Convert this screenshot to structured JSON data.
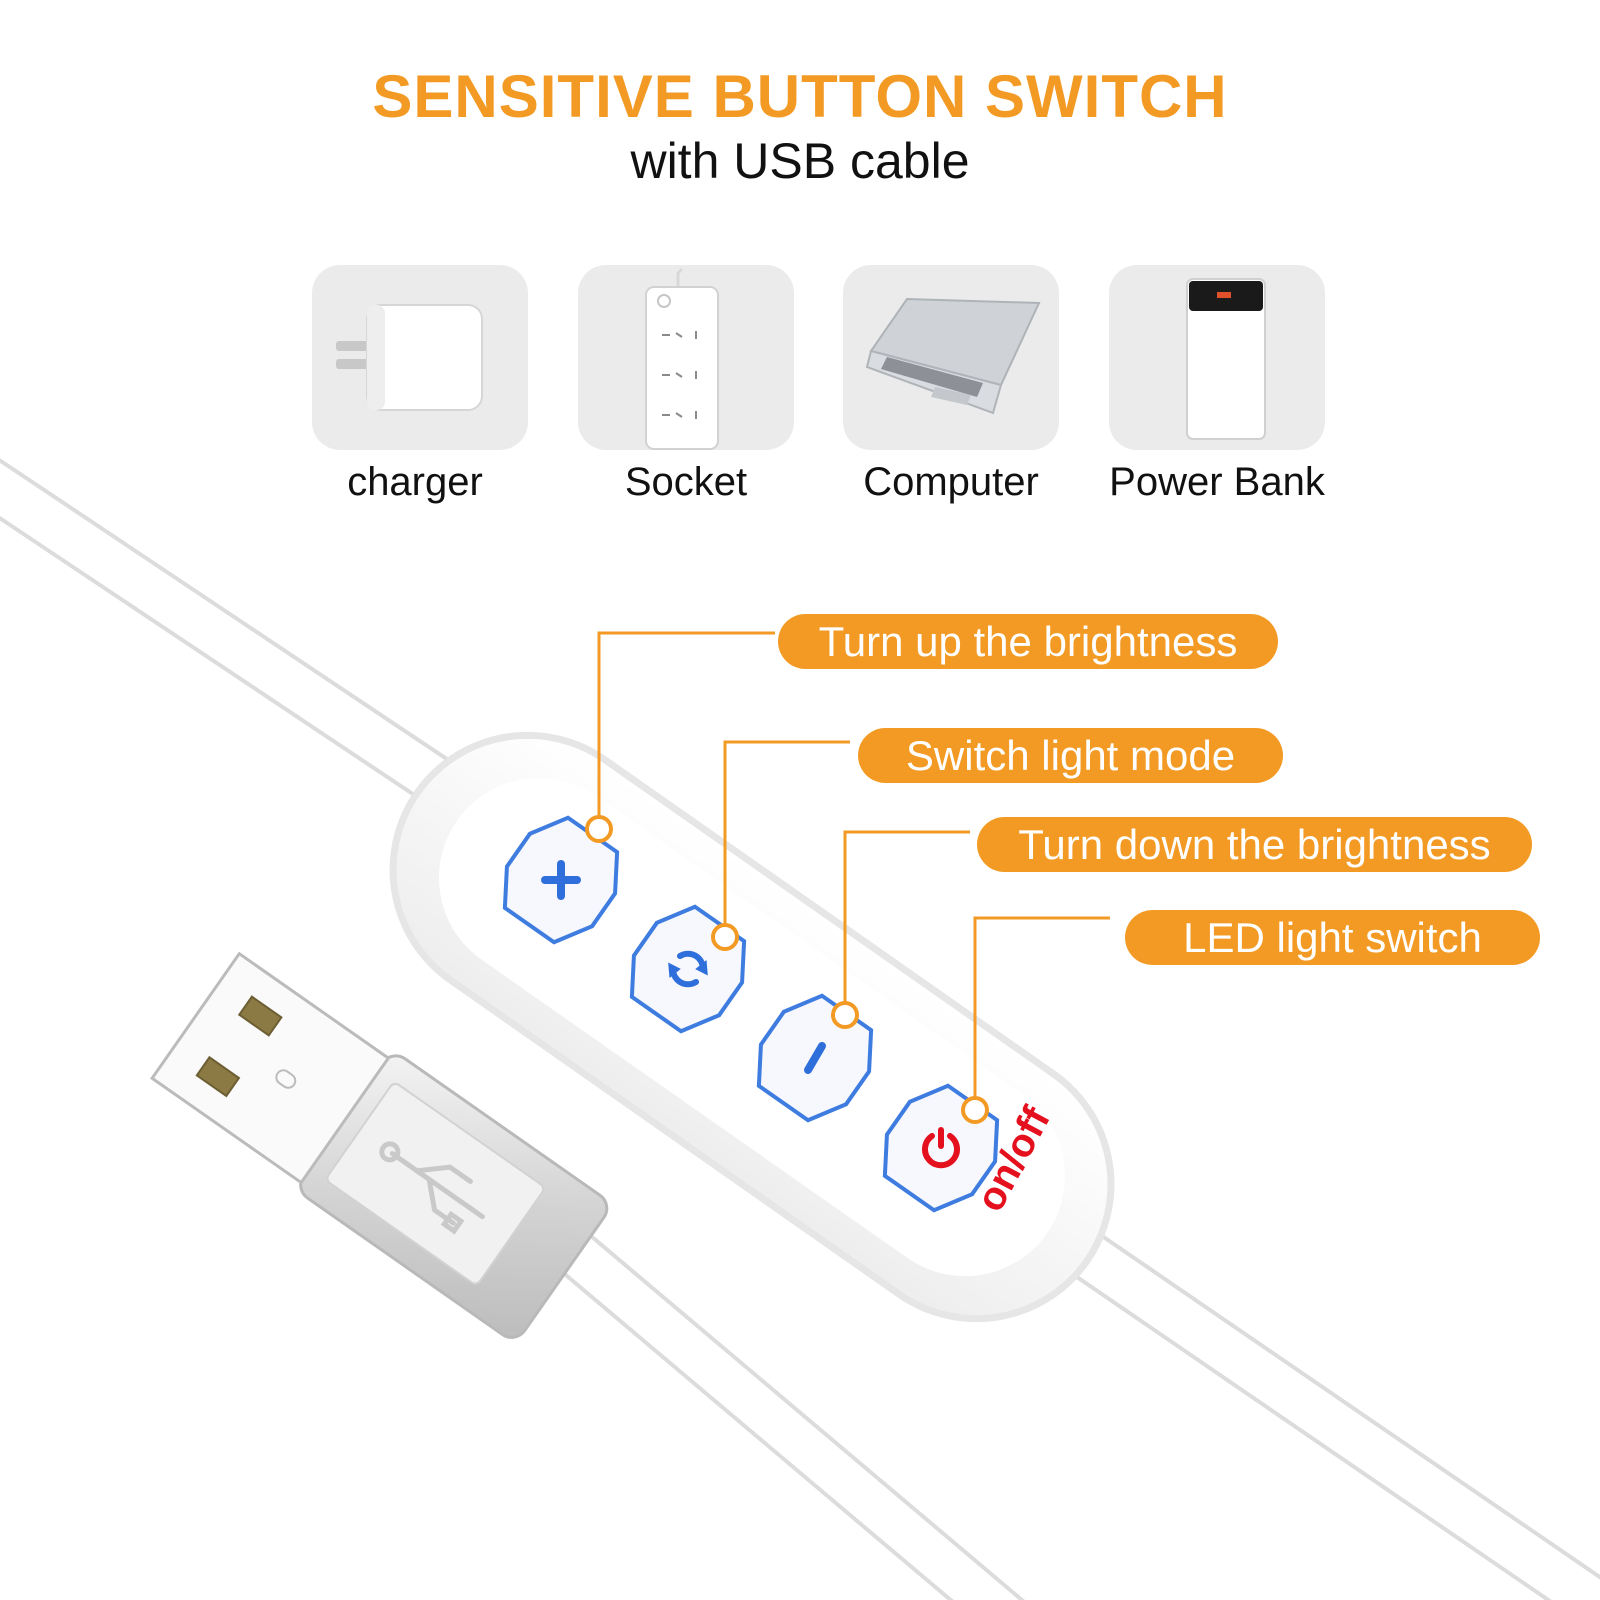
{
  "header": {
    "title": "SENSITIVE BUTTON SWITCH",
    "subtitle": "with USB cable"
  },
  "power_sources": [
    {
      "label": "charger",
      "icon": "wall-charger-icon"
    },
    {
      "label": "Socket",
      "icon": "power-strip-icon"
    },
    {
      "label": "Computer",
      "icon": "laptop-icon"
    },
    {
      "label": "Power Bank",
      "icon": "power-bank-icon"
    }
  ],
  "callouts": {
    "brightness_up": "Turn up the brightness",
    "light_mode": "Switch light mode",
    "brightness_down": "Turn down the brightness",
    "led_switch": "LED light switch"
  },
  "controller": {
    "onoff_label": "on/off"
  },
  "colors": {
    "accent": "#f39a24",
    "button_outline": "#3e7ce0",
    "power_red": "#e4101e",
    "tile_background": "#ebebeb"
  }
}
